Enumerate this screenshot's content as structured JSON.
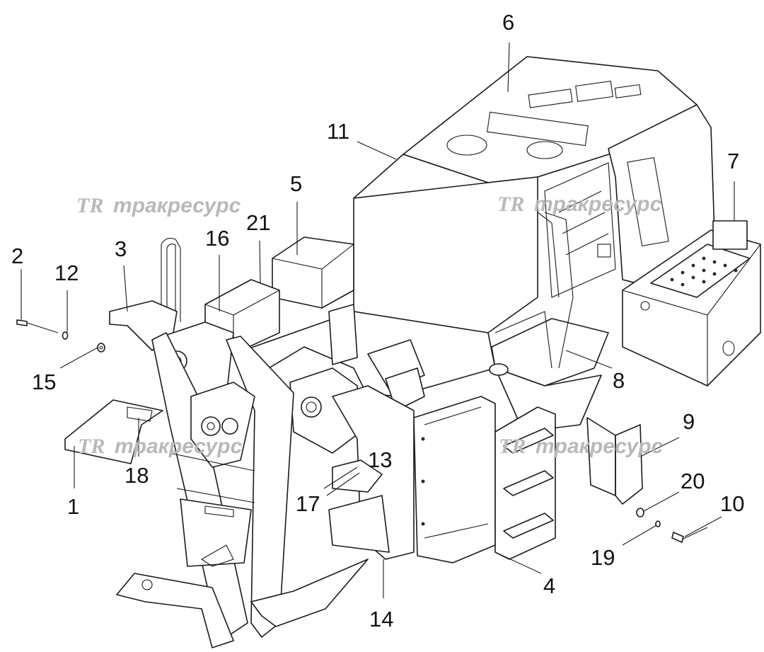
{
  "callouts": {
    "c1": "1",
    "c2": "2",
    "c3": "3",
    "c4": "4",
    "c5": "5",
    "c6": "6",
    "c7": "7",
    "c8": "8",
    "c9": "9",
    "c10": "10",
    "c11": "11",
    "c12": "12",
    "c13": "13",
    "c14": "14",
    "c15": "15",
    "c16": "16",
    "c17": "17",
    "c18": "18",
    "c19": "19",
    "c20": "20",
    "c21": "21"
  },
  "watermark": {
    "logo": "TR",
    "text": "тракресурс",
    "color": "#b9b9b9"
  }
}
